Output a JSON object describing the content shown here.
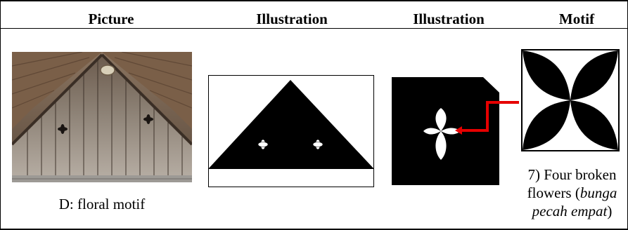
{
  "table": {
    "headers": [
      "Picture",
      "Illustration",
      "Illustration",
      "Motif"
    ]
  },
  "row": {
    "picture_caption": "D: floral motif",
    "motif_caption_line1": "7) Four broken",
    "motif_caption_line2_prefix": "flowers (",
    "motif_caption_line2_italic": "bunga",
    "motif_caption_line3_italic": "pecah empat",
    "motif_caption_line3_suffix": ")"
  },
  "colors": {
    "arrow": "#e60000",
    "ink": "#000000",
    "wood_light": "#b7aba0",
    "wood_dark": "#4a3d33"
  }
}
